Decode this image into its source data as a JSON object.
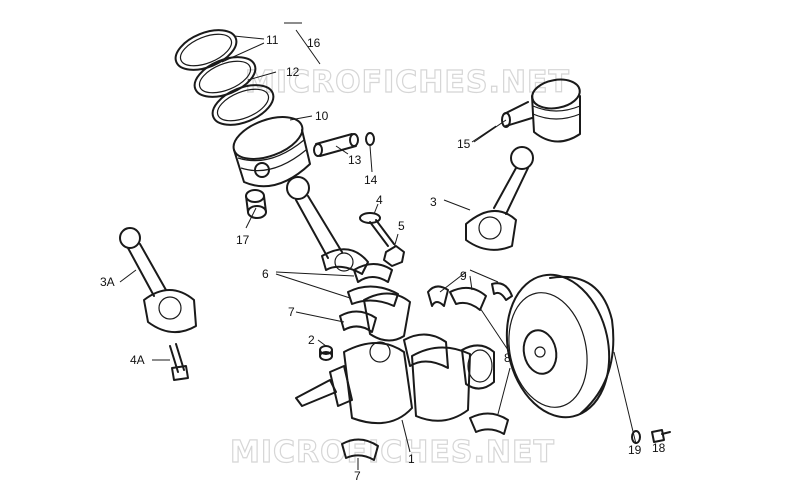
{
  "watermark": {
    "top": "MICROFICHES.NET",
    "bottom": "MICROFICHES.NET"
  },
  "labels": {
    "l1": "1",
    "l2": "2",
    "l3": "3",
    "l3a": "3A",
    "l4": "4",
    "l4a": "4A",
    "l5": "5",
    "l6": "6",
    "l7a": "7",
    "l7b": "7",
    "l8": "8",
    "l9": "9",
    "l10": "10",
    "l11": "11",
    "l12": "12",
    "l13": "13",
    "l14": "14",
    "l15": "15",
    "l16": "16",
    "l17": "17",
    "l18": "18",
    "l19": "19"
  }
}
